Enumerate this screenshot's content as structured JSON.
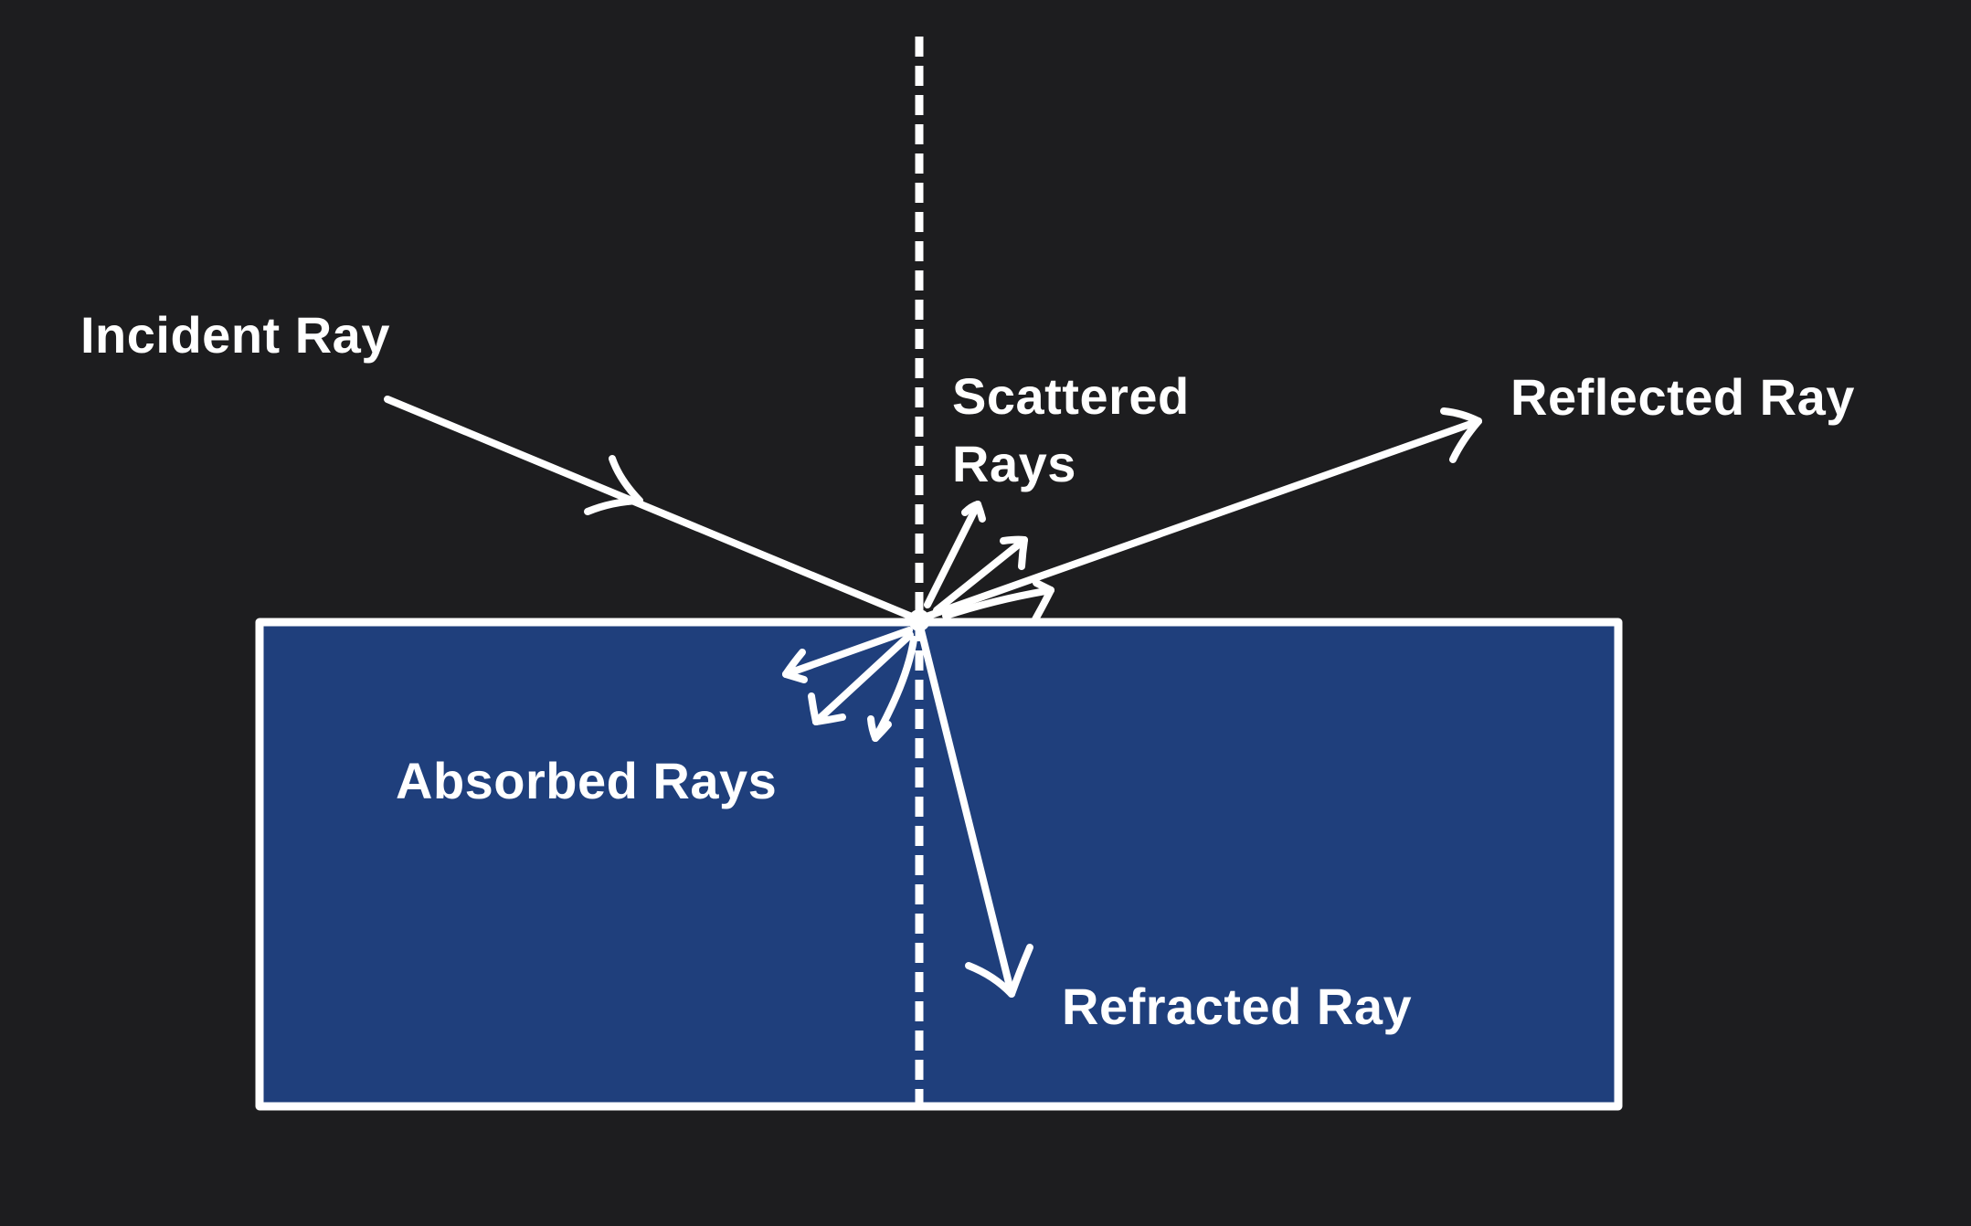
{
  "diagram": {
    "title": "Light interaction at a surface",
    "colors": {
      "background": "#1d1d1f",
      "medium": "#1f3f7c",
      "stroke": "#ffffff",
      "text": "#ffffff"
    },
    "labels": {
      "incident": "Incident Ray",
      "scattered_line1": "Scattered",
      "scattered_line2": "Rays",
      "reflected": "Reflected Ray",
      "absorbed": "Absorbed Rays",
      "refracted": "Refracted Ray"
    },
    "elements": [
      {
        "id": "medium",
        "kind": "rectangle",
        "meaning": "second medium (e.g. glass/water)"
      },
      {
        "id": "normal",
        "kind": "dashed-line",
        "meaning": "normal line"
      },
      {
        "id": "incident",
        "kind": "arrow",
        "meaning": "incident ray",
        "direction": "toward surface"
      },
      {
        "id": "reflected",
        "kind": "arrow",
        "meaning": "reflected ray",
        "direction": "up-right"
      },
      {
        "id": "refracted",
        "kind": "arrow",
        "meaning": "refracted ray",
        "direction": "down into medium"
      },
      {
        "id": "scattered",
        "kind": "arrow-group",
        "count": 3,
        "meaning": "scattered rays above surface"
      },
      {
        "id": "absorbed",
        "kind": "arrow-group",
        "count": 3,
        "meaning": "absorbed rays inside medium"
      }
    ]
  }
}
